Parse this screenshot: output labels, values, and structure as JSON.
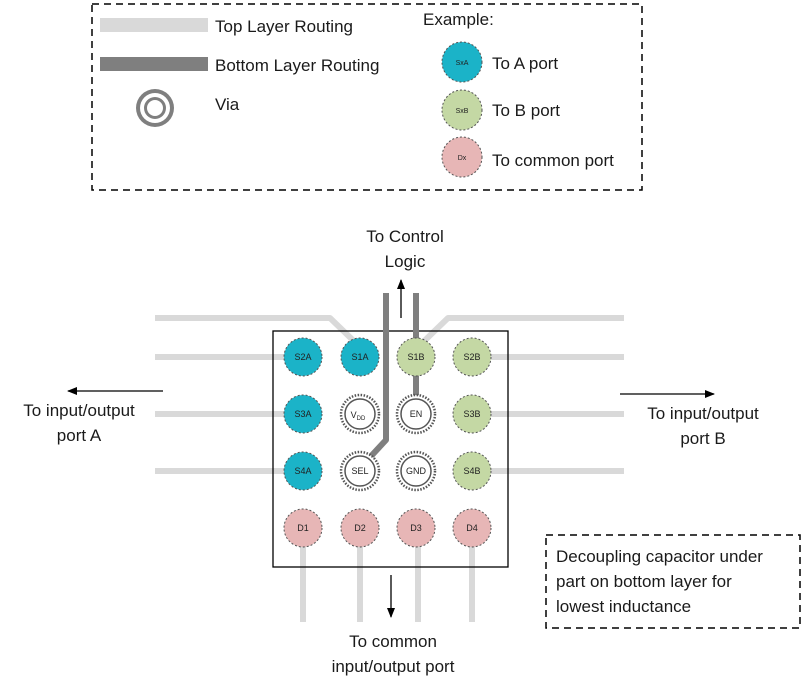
{
  "legend": {
    "top_layer": "Top Layer Routing",
    "bottom_layer": "Bottom Layer Routing",
    "via": "Via",
    "example_title": "Example:",
    "ex_a_pin": "SxA",
    "ex_a_text": "To A port",
    "ex_b_pin": "SxB",
    "ex_b_text": "To B port",
    "ex_d_pin": "Dx",
    "ex_d_text": "To common port"
  },
  "labels": {
    "control_1": "To Control",
    "control_2": "Logic",
    "port_a_1": "To input/output",
    "port_a_2": "port A",
    "port_b_1": "To input/output",
    "port_b_2": "port B",
    "common_1": "To common",
    "common_2": "input/output port"
  },
  "note": {
    "line1": "Decoupling capacitor under",
    "line2": "part on bottom layer for",
    "line3": "lowest inductance"
  },
  "pins": {
    "s2a": "S2A",
    "s1a": "S1A",
    "s1b": "S1B",
    "s2b": "S2B",
    "s3a": "S3A",
    "vdd": "V",
    "vdd_sub": "DD",
    "en": "EN",
    "s3b": "S3B",
    "s4a": "S4A",
    "sel": "SEL",
    "gnd": "GND",
    "s4b": "S4B",
    "d1": "D1",
    "d2": "D2",
    "d3": "D3",
    "d4": "D4"
  },
  "colors": {
    "port_a": "#1bb3c8",
    "port_b": "#c4d8a4",
    "common": "#e7b6b6",
    "top_routing": "#d9d9d9",
    "bottom_routing": "#7f7f7f"
  }
}
